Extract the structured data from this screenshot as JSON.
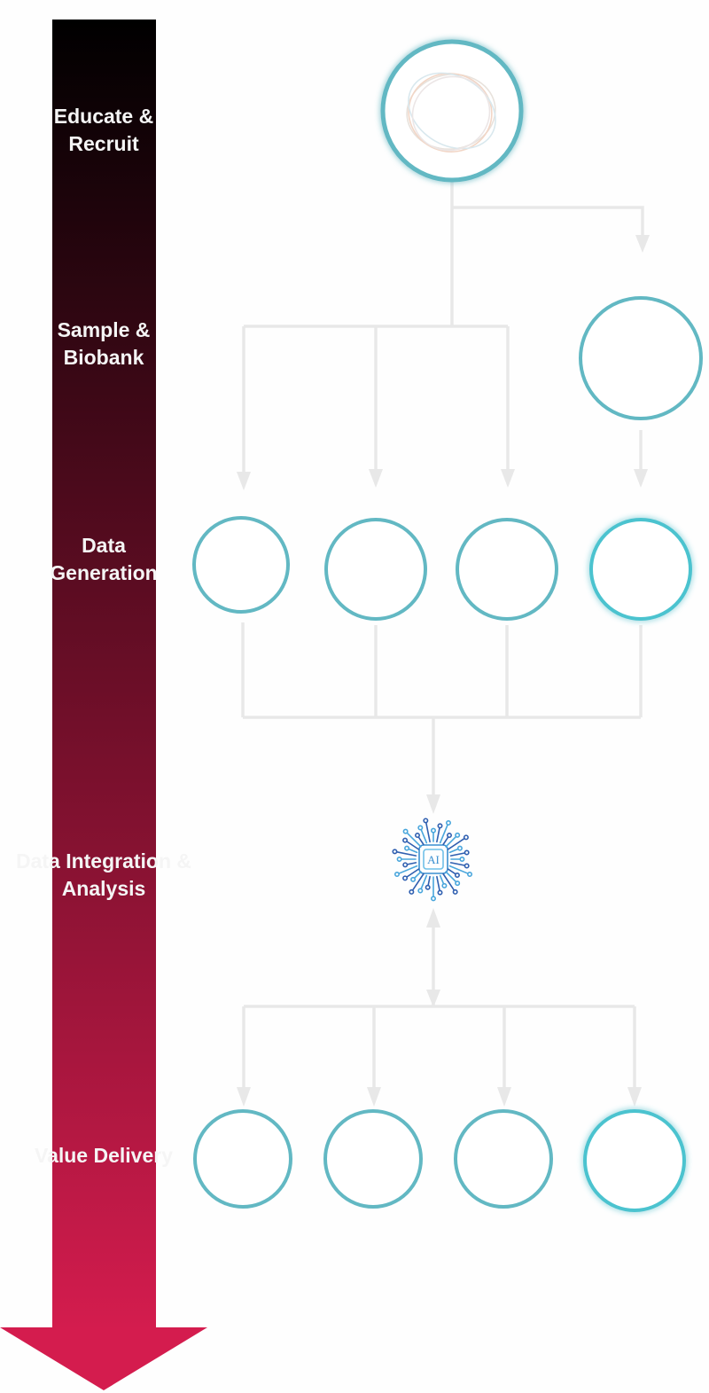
{
  "colors": {
    "arrow_top": "#000000",
    "arrow_bottom": "#d41c4e",
    "circle_stroke": "#5fb7c2",
    "connector": "#e6e6e6",
    "ai_chip": "#2f6fb5"
  },
  "stages": [
    {
      "label": "Educate &\nRecruit"
    },
    {
      "label": "Sample &\nBiobank"
    },
    {
      "label": "Data\nGeneration"
    },
    {
      "label": "Data Integration &\nAnalysis"
    },
    {
      "label": "Value Delivery"
    }
  ],
  "ai_hub": {
    "label": "AI",
    "icon": "ai-chip-icon"
  },
  "icons": {
    "top": "scribble-ring-icon"
  }
}
